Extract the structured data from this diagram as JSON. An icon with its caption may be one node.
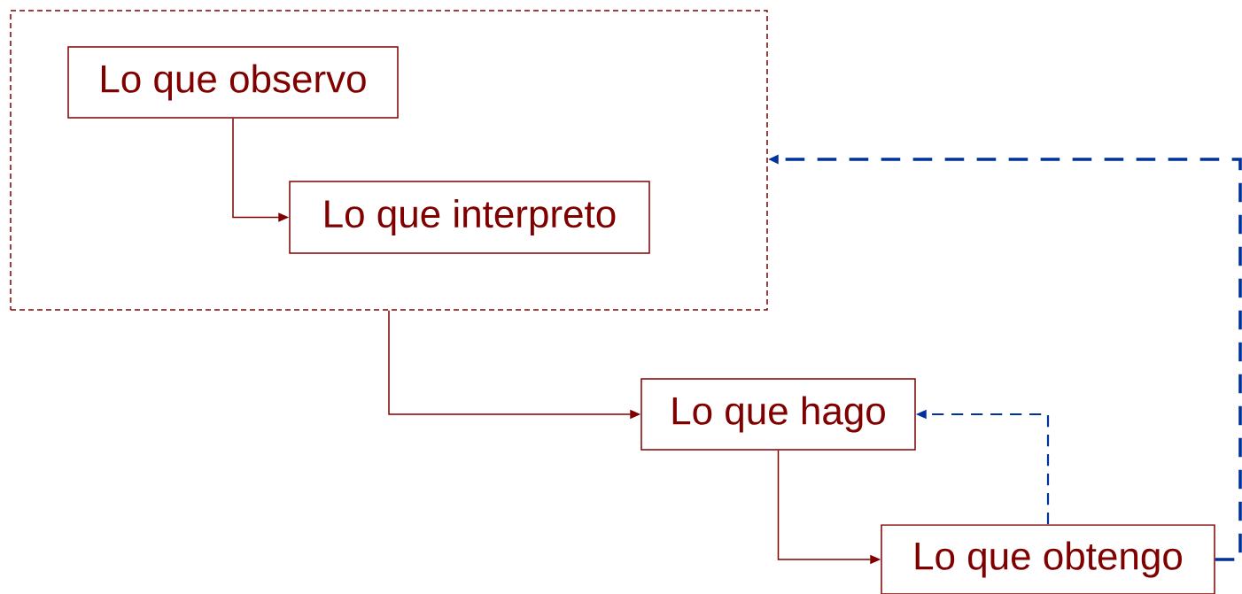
{
  "diagram": {
    "nodes": [
      {
        "text": [],
        "shape": "box"
      },
      {
        "text": [
          "Lo que observo"
        ],
        "in": 0
      },
      {
        "text": [
          "Lo que interpreto"
        ],
        "in": 0
      },
      {
        "text": [
          "Lo que hago"
        ]
      },
      {
        "text": [
          "Lo que obtengo"
        ]
      }
    ],
    "edges": [
      {
        "from": 1,
        "to": 2,
        "arrow": "to"
      },
      {
        "from": 0,
        "to": 3,
        "arrow": "to"
      },
      {
        "from": 3,
        "to": 4,
        "arrow": "to"
      },
      {
        "from": 4,
        "to": 3,
        "arrow": "to",
        "style": "dashed",
        "color": "#003399"
      },
      {
        "from": 4,
        "to": 0,
        "arrow": "to",
        "style": "dashed",
        "color": "#003399"
      }
    ]
  }
}
